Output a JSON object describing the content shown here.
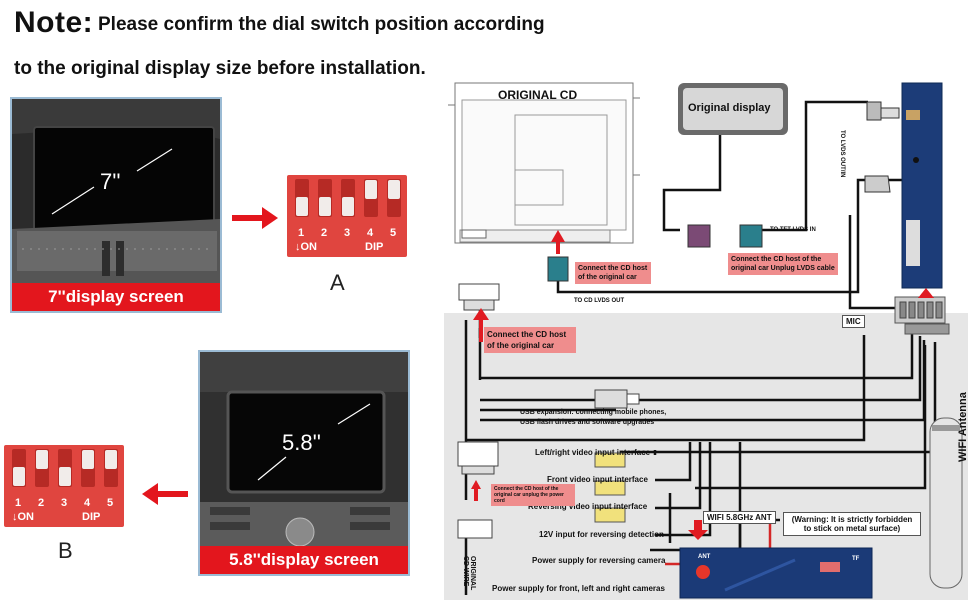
{
  "note": {
    "title": "Note:",
    "line1": "Please confirm the dial switch position according",
    "line2": "to the original display size before installation."
  },
  "screens": {
    "seven": {
      "size_label": "7''",
      "caption": "7''display screen",
      "variant": "A"
    },
    "five_eight": {
      "size_label": "5.8''",
      "caption": "5.8''display screen",
      "variant": "B"
    }
  },
  "dip": {
    "numbers": [
      "1",
      "2",
      "3",
      "4",
      "5"
    ],
    "on_label": "↓ON",
    "dip_label": "DIP",
    "A_knobs_down": [
      true,
      true,
      true,
      false,
      false
    ],
    "B_knobs_down": [
      true,
      false,
      true,
      false,
      false
    ]
  },
  "diagram": {
    "original_cd": "ORIGINAL CD",
    "original_display": "Original display",
    "connect_cd_host_small": "Connect the CD host of the original car",
    "to_cd_lvds_out": "TO CD LVDS OUT",
    "to_tft_lvds_in": "TO TFT LVDS IN",
    "unplug_lvds": "Connect the CD host of the original car Unplug LVDS cable",
    "to_lvds_out_in": "TO LVDS OUT/IN",
    "connect_cd_host_big": "Connect the CD host of the original car",
    "mic": "MIC",
    "usb_expansion": "USB expansion: connecting mobile phones, USB flash drives and software upgrades",
    "lr_video": "Left/right video input interface",
    "front_video": "Front video input interface",
    "reverse_video": "Reversing video input interface",
    "v12_reverse": "12V input for reversing detection",
    "power_reverse_cam": "Power supply for reversing camera",
    "power_front_cams": "Power supply for front, left and right cameras",
    "cd_wire": "ORIGINAL CD WIRE",
    "connect_power_cord": "Connect the CD host of the original car unplug the power cord",
    "wifi_ant": "WIFI 5.8GHz ANT",
    "warning": "(Warning: It is strictly forbidden to stick on metal surface)",
    "wifi_antenna": "WIFI Antenna",
    "ant": "ANT",
    "tf": "TF"
  }
}
